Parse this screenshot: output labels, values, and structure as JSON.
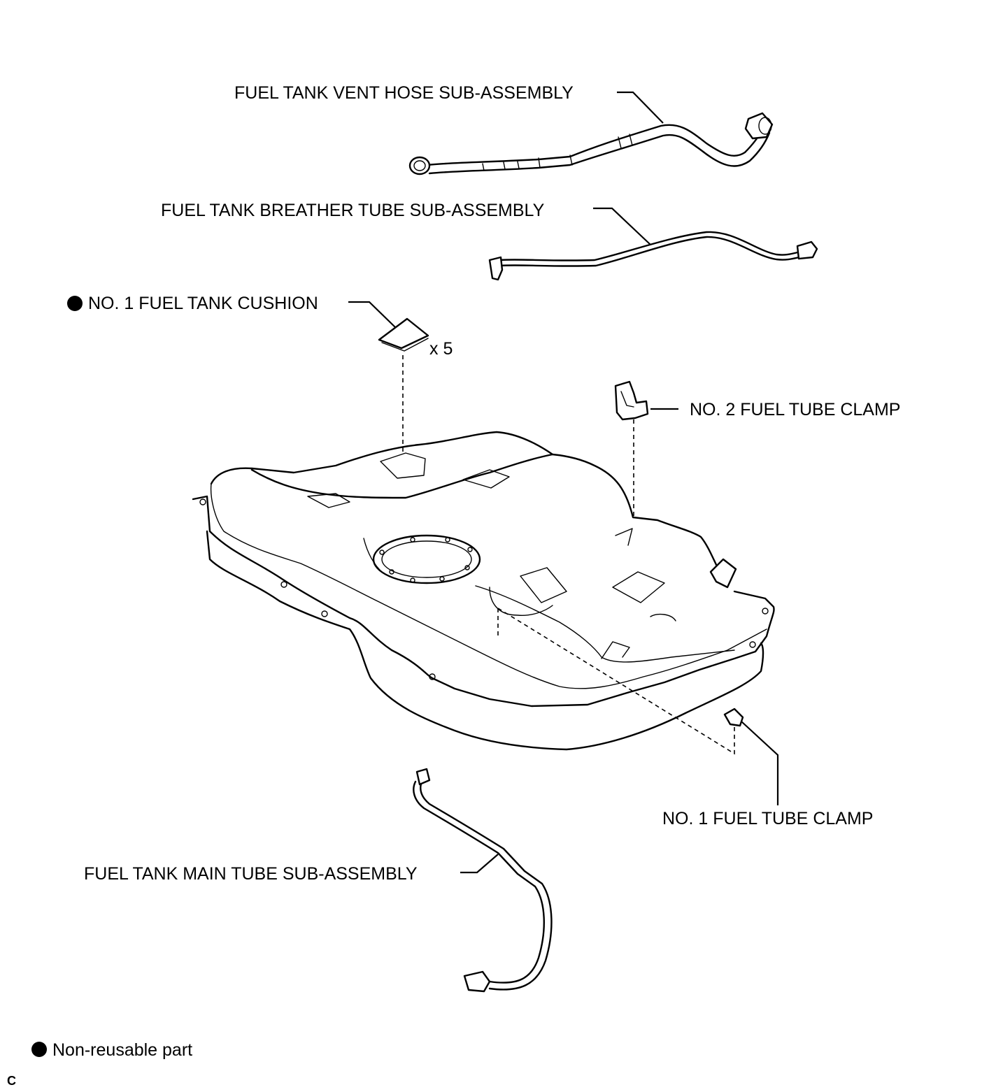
{
  "labels": {
    "vent_hose": "FUEL TANK VENT HOSE SUB-ASSEMBLY",
    "breather_tube": "FUEL TANK BREATHER TUBE SUB-ASSEMBLY",
    "cushion": "NO. 1 FUEL TANK CUSHION",
    "cushion_qty": "x 5",
    "clamp_2": "NO. 2 FUEL TUBE CLAMP",
    "clamp_1": "NO. 1 FUEL TUBE CLAMP",
    "main_tube": "FUEL TANK MAIN TUBE SUB-ASSEMBLY"
  },
  "legend": {
    "non_reusable": "Non-reusable part"
  },
  "corner_code": "C",
  "colors": {
    "line": "#000000",
    "background": "#ffffff"
  }
}
